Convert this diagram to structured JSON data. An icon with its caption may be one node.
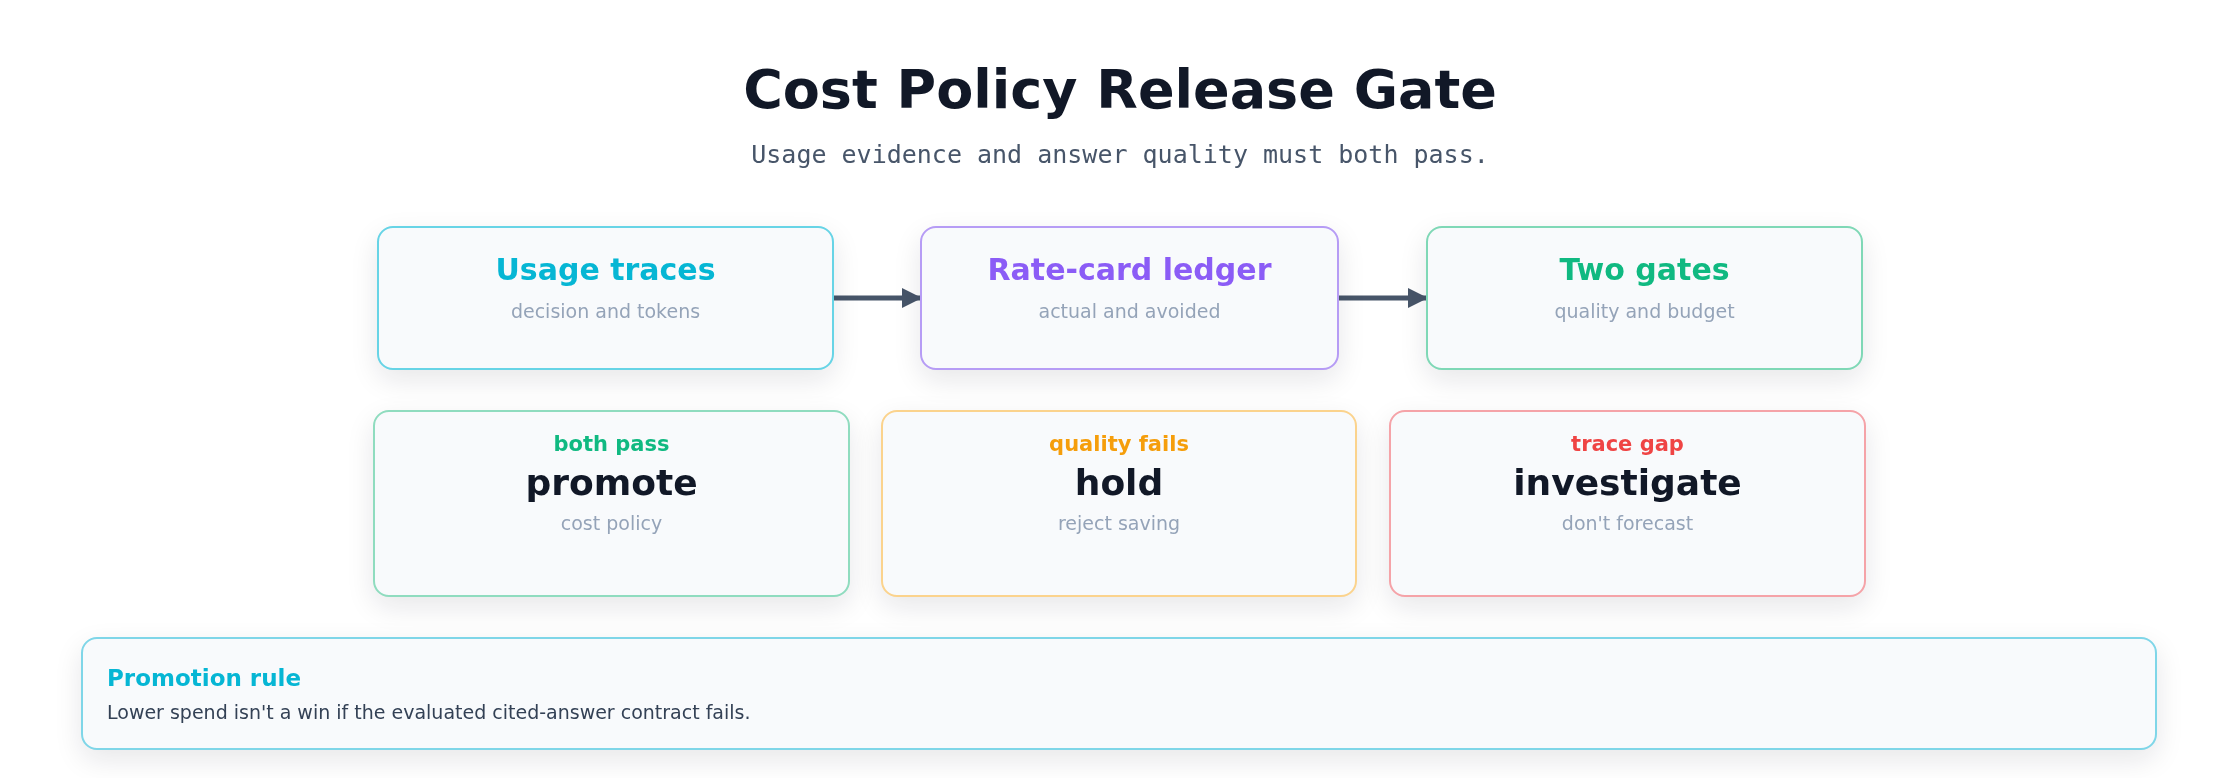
{
  "diagram": {
    "title": "Cost Policy Release Gate",
    "caption": "Usage evidence and answer quality must both pass.",
    "nodes": [
      {
        "text": [
          "Usage traces",
          "decision and tokens"
        ]
      },
      {
        "text": [
          "Rate-card ledger",
          "actual and avoided"
        ]
      },
      {
        "text": [
          "Two gates",
          "quality and budget"
        ]
      },
      {
        "text": [
          "both pass",
          "promote",
          "cost policy"
        ]
      },
      {
        "text": [
          "quality fails",
          "hold",
          "reject saving"
        ]
      },
      {
        "text": [
          "trace gap",
          "investigate",
          "don't forecast"
        ]
      },
      {
        "text": [
          "Promotion rule",
          "Lower spend isn't a win if the evaluated cited-answer contract fails."
        ]
      }
    ],
    "edges": [
      {
        "from": 0,
        "to": 1,
        "arrow": "to"
      },
      {
        "from": 1,
        "to": 2,
        "arrow": "to"
      }
    ]
  }
}
